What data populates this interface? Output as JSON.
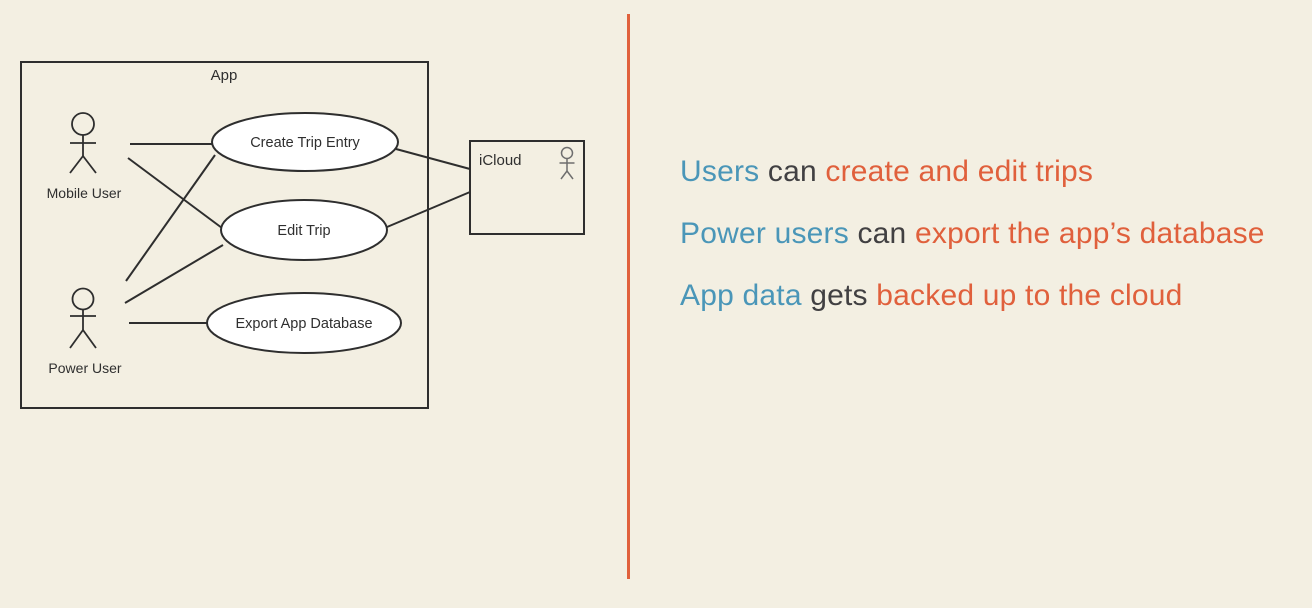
{
  "palette": {
    "background": "#f3efe2",
    "divider_orange": "#e0613c",
    "accent_blue": "#4a96b8",
    "accent_orange": "#e0603c",
    "text_dark": "#414042",
    "diagram_line": "#2e2e2e",
    "shape_fill": "#ffffff",
    "icloud_actor_gray": "#6e6e6e"
  },
  "diagram": {
    "system_label": "App",
    "actors": [
      {
        "label": "Mobile User"
      },
      {
        "label": "Power User"
      }
    ],
    "use_cases": [
      {
        "label": "Create Trip Entry"
      },
      {
        "label": "Edit Trip"
      },
      {
        "label": "Export App Database"
      }
    ],
    "external_system": {
      "label": "iCloud"
    },
    "associations": [
      {
        "from": "Mobile User",
        "to": "Create Trip Entry"
      },
      {
        "from": "Mobile User",
        "to": "Edit Trip"
      },
      {
        "from": "Power User",
        "to": "Create Trip Entry"
      },
      {
        "from": "Power User",
        "to": "Edit Trip"
      },
      {
        "from": "Power User",
        "to": "Export App Database"
      },
      {
        "from": "Create Trip Entry",
        "to": "iCloud"
      },
      {
        "from": "Edit Trip",
        "to": "iCloud"
      }
    ]
  },
  "notes": [
    {
      "segments": [
        {
          "text": "Users",
          "color": "accent_blue"
        },
        {
          "text": " can ",
          "color": "text_dark"
        },
        {
          "text": "create and edit trips",
          "color": "accent_orange"
        }
      ]
    },
    {
      "segments": [
        {
          "text": "Power users",
          "color": "accent_blue"
        },
        {
          "text": " can ",
          "color": "text_dark"
        },
        {
          "text": "export the app’s database",
          "color": "accent_orange"
        }
      ]
    },
    {
      "segments": [
        {
          "text": "App data",
          "color": "accent_blue"
        },
        {
          "text": " gets ",
          "color": "text_dark"
        },
        {
          "text": "backed up to the cloud",
          "color": "accent_orange"
        }
      ]
    }
  ]
}
